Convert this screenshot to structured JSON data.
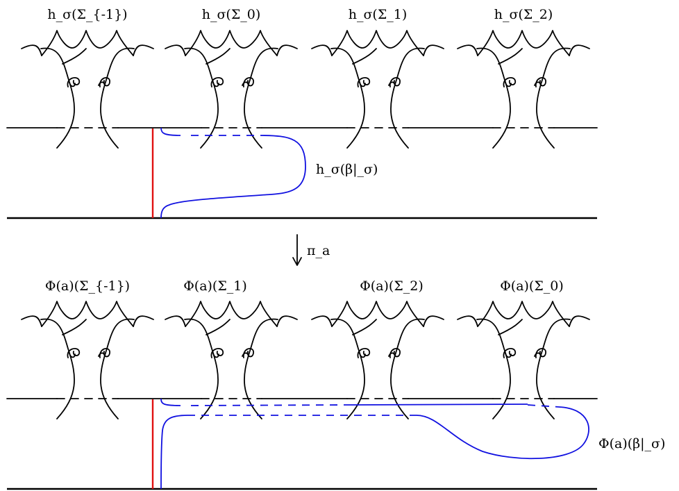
{
  "top_panel": {
    "surface_labels": [
      "h_σ(Σ_{-1})",
      "h_σ(Σ_0)",
      "h_σ(Σ_1)",
      "h_σ(Σ_2)"
    ],
    "curve_label": "h_σ(β|_σ)"
  },
  "map_label": "π_a",
  "bottom_panel": {
    "surface_labels": [
      "Φ(a)(Σ_{-1})",
      "Φ(a)(Σ_1)",
      "Φ(a)(Σ_2)",
      "Φ(a)(Σ_0)"
    ],
    "curve_label": "Φ(a)(β|_σ)"
  },
  "colors": {
    "arc": "#e01010",
    "curve": "#1010e0",
    "ink": "#000000"
  }
}
